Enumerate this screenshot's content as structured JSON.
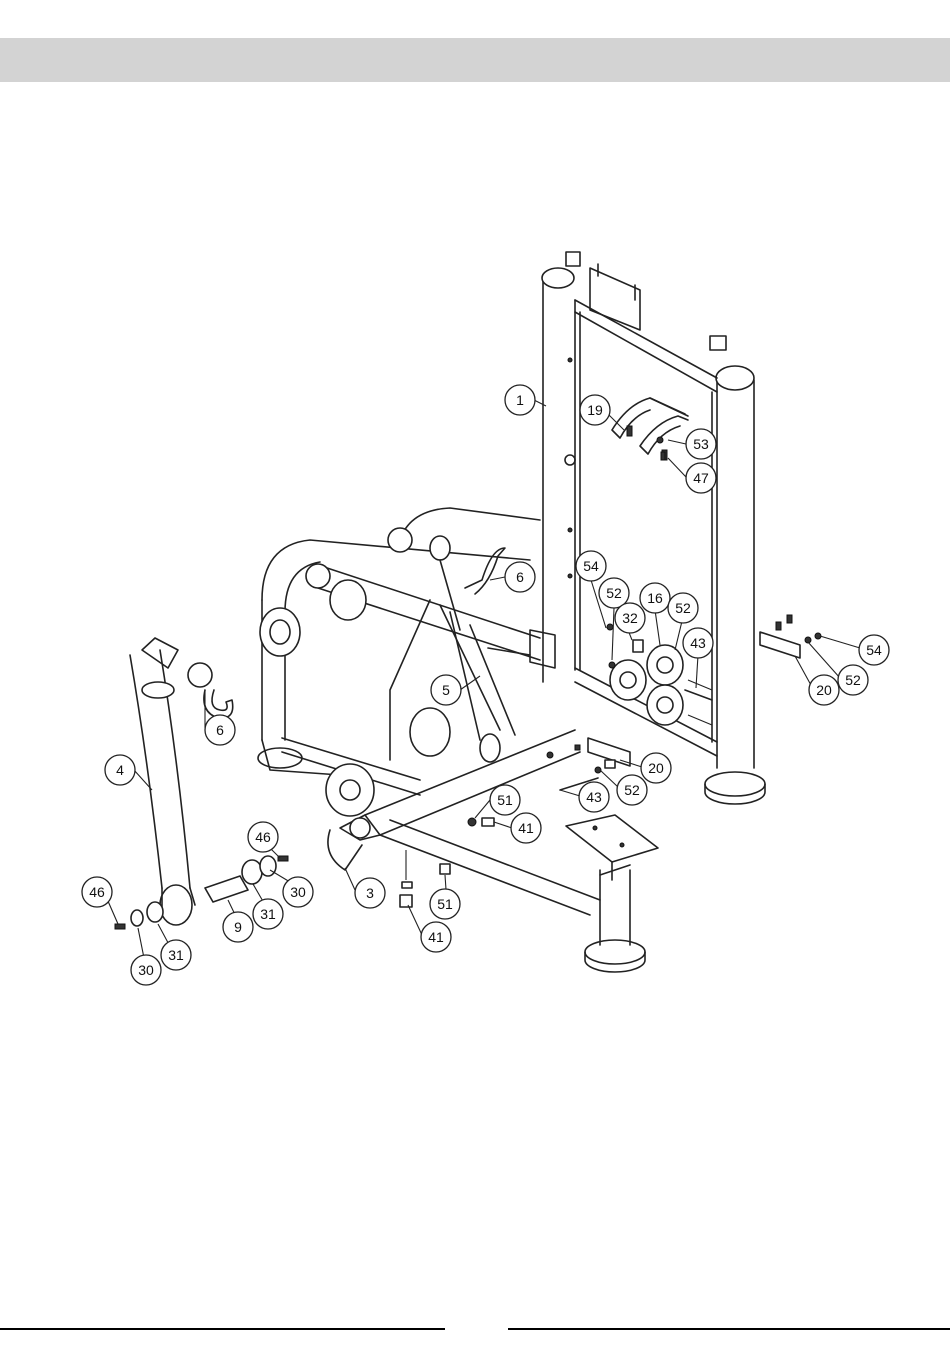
{
  "diagram": {
    "type": "exploded-parts-diagram",
    "header_band_color": "#d3d3d3",
    "line_color": "#222222",
    "callouts": [
      {
        "id": "c1",
        "label": "1"
      },
      {
        "id": "c19",
        "label": "19"
      },
      {
        "id": "c53",
        "label": "53"
      },
      {
        "id": "c47",
        "label": "47"
      },
      {
        "id": "c6a",
        "label": "6"
      },
      {
        "id": "c54a",
        "label": "54"
      },
      {
        "id": "c52a",
        "label": "52"
      },
      {
        "id": "c32",
        "label": "32"
      },
      {
        "id": "c16",
        "label": "16"
      },
      {
        "id": "c52b",
        "label": "52"
      },
      {
        "id": "c43a",
        "label": "43"
      },
      {
        "id": "c54b",
        "label": "54"
      },
      {
        "id": "c52c",
        "label": "52"
      },
      {
        "id": "c20a",
        "label": "20"
      },
      {
        "id": "c6b",
        "label": "6"
      },
      {
        "id": "c5",
        "label": "5"
      },
      {
        "id": "c4",
        "label": "4"
      },
      {
        "id": "c20b",
        "label": "20"
      },
      {
        "id": "c52d",
        "label": "52"
      },
      {
        "id": "c43b",
        "label": "43"
      },
      {
        "id": "c51a",
        "label": "51"
      },
      {
        "id": "c41a",
        "label": "41"
      },
      {
        "id": "c46a",
        "label": "46"
      },
      {
        "id": "c30a",
        "label": "30"
      },
      {
        "id": "c3",
        "label": "3"
      },
      {
        "id": "c46b",
        "label": "46"
      },
      {
        "id": "c9",
        "label": "9"
      },
      {
        "id": "c31a",
        "label": "31"
      },
      {
        "id": "c51b",
        "label": "51"
      },
      {
        "id": "c41b",
        "label": "41"
      },
      {
        "id": "c31b",
        "label": "31"
      },
      {
        "id": "c30b",
        "label": "30"
      }
    ]
  }
}
